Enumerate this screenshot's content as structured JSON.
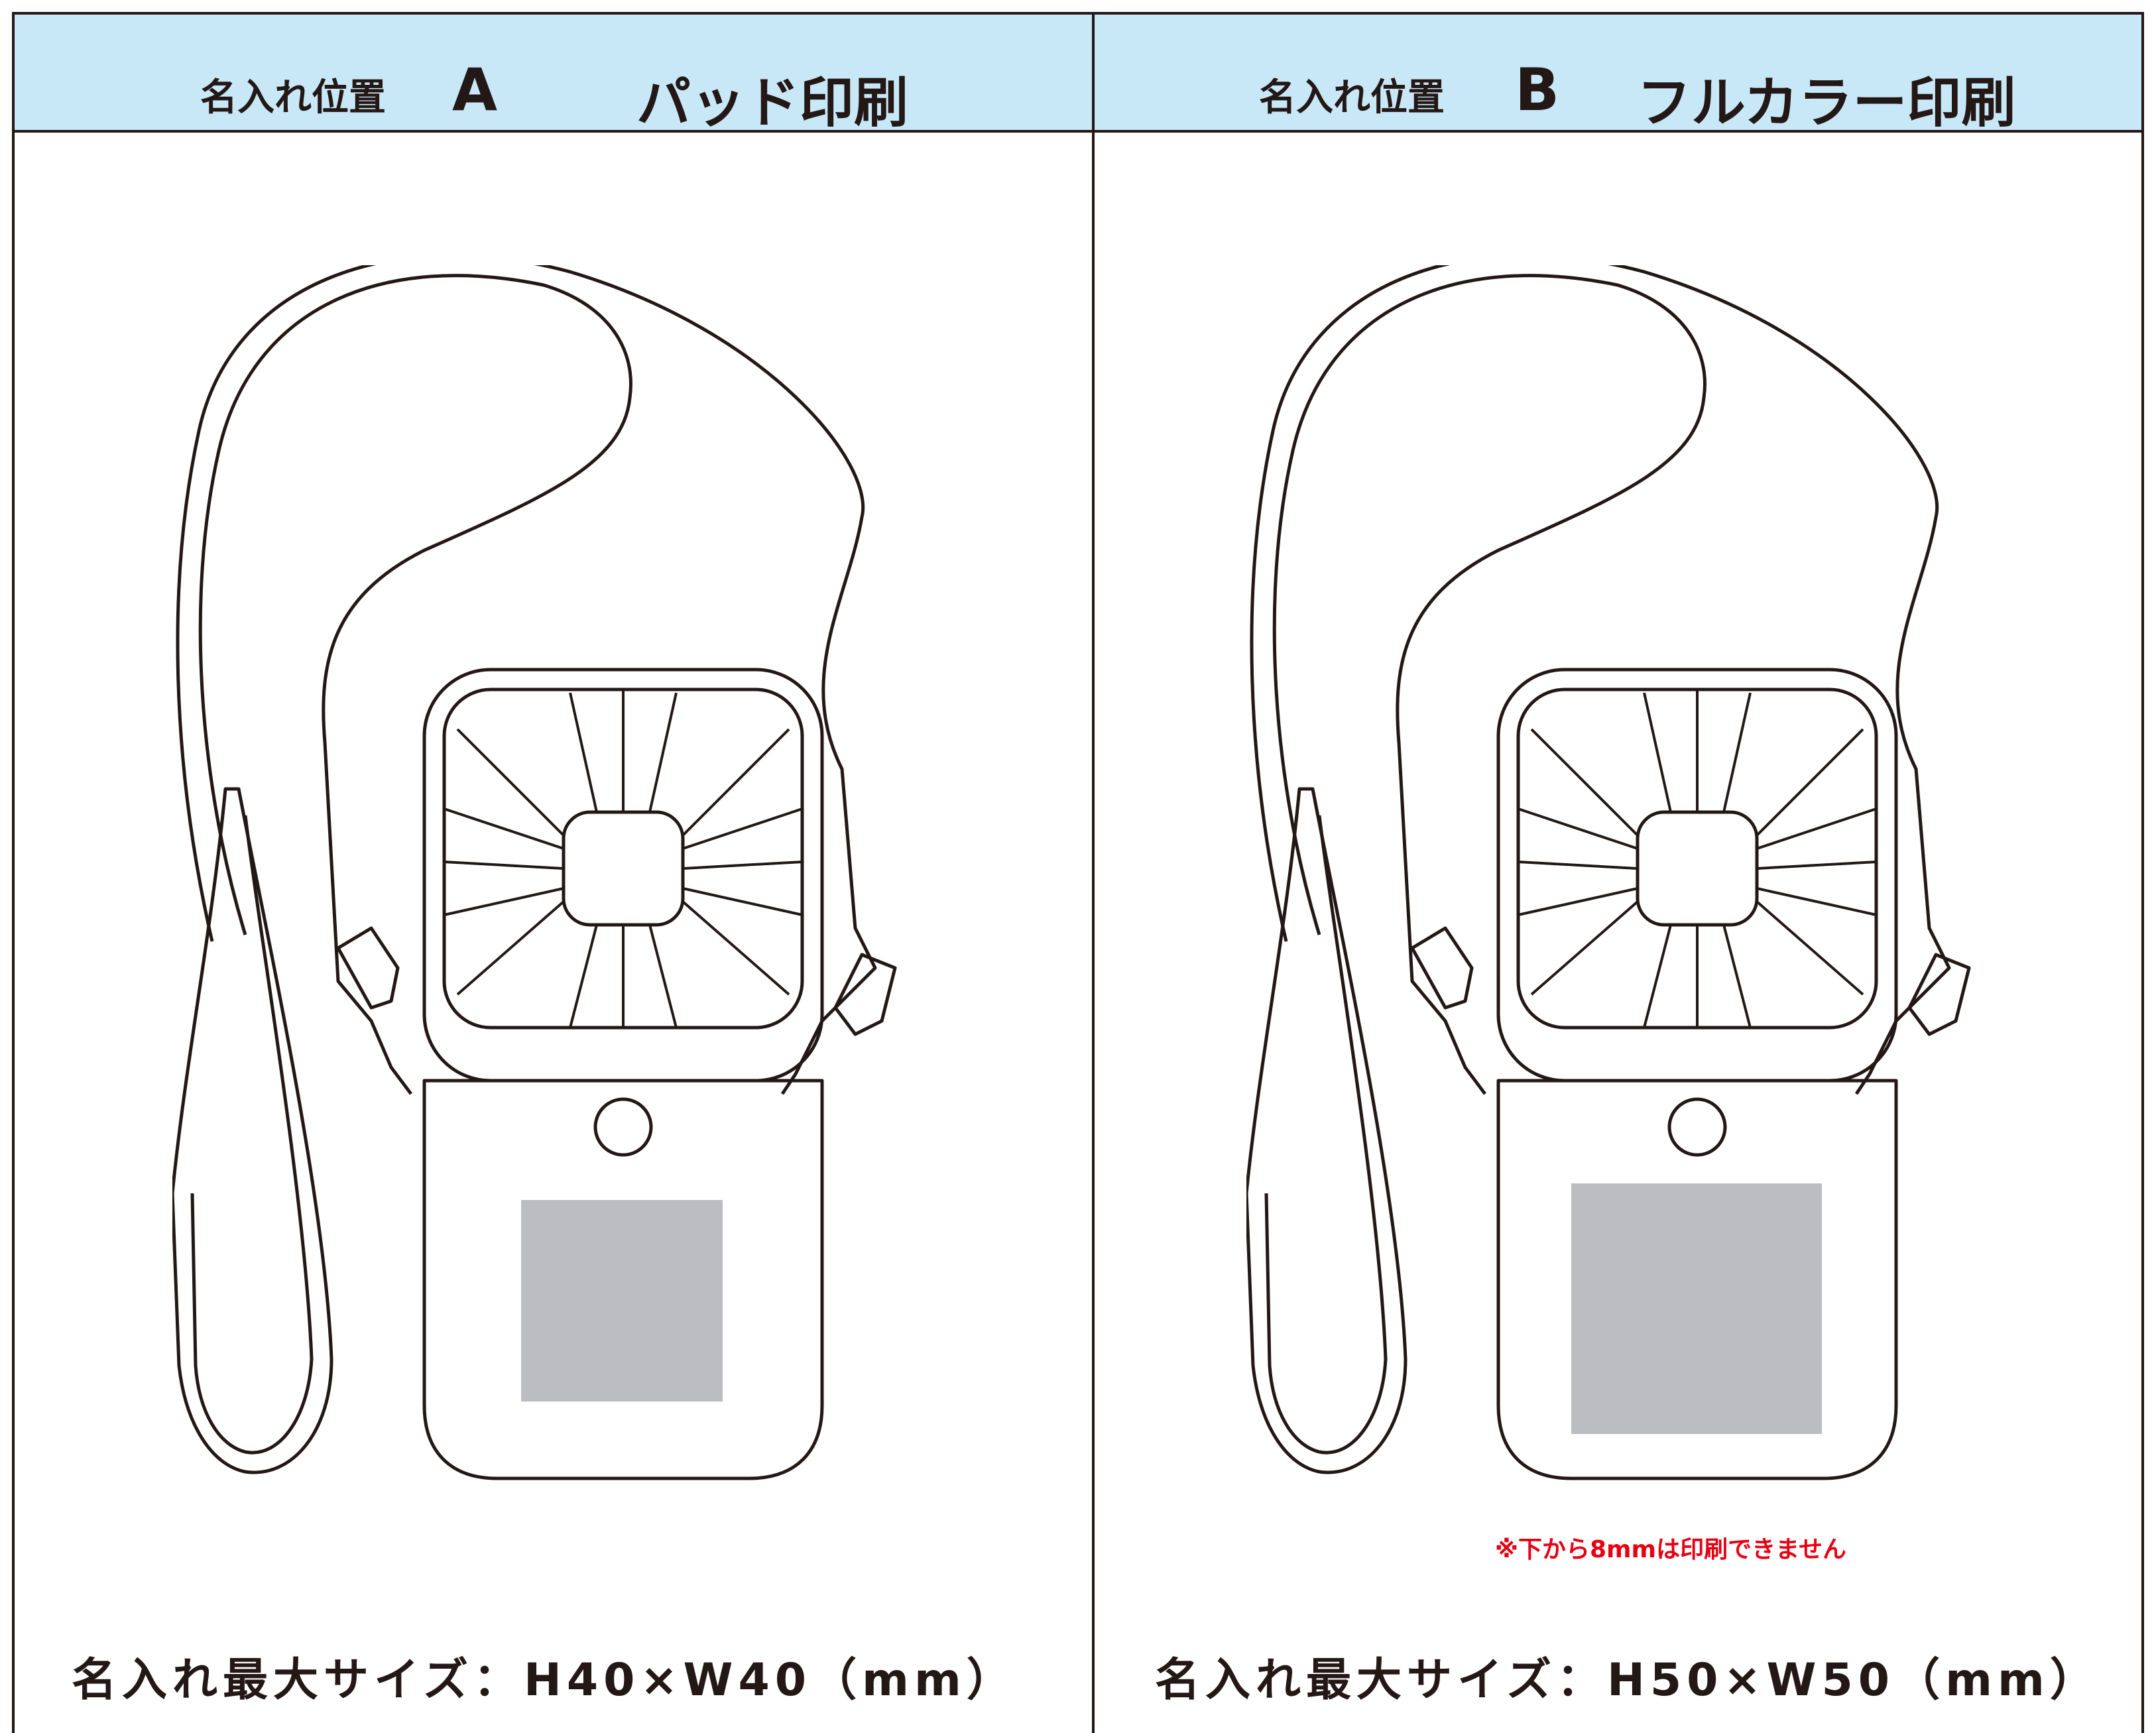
{
  "panels": [
    {
      "position_label": "名入れ位置",
      "letter": "A",
      "method": "パッド印刷",
      "max_size": "名入れ最大サイズ：H40×W40（mm）",
      "print_area_color": "#bcbdc0"
    },
    {
      "position_label": "名入れ位置",
      "letter": "B",
      "method": "フルカラー印刷",
      "max_size": "名入れ最大サイズ：H50×W50（mm）",
      "note": "※下から8mmは印刷できません",
      "print_area_color": "#bcbdc0"
    }
  ],
  "colors": {
    "header_bg": "#c8e8f8",
    "line": "#231815",
    "note_red": "#e60012",
    "print_area": "#bcbdc0"
  }
}
